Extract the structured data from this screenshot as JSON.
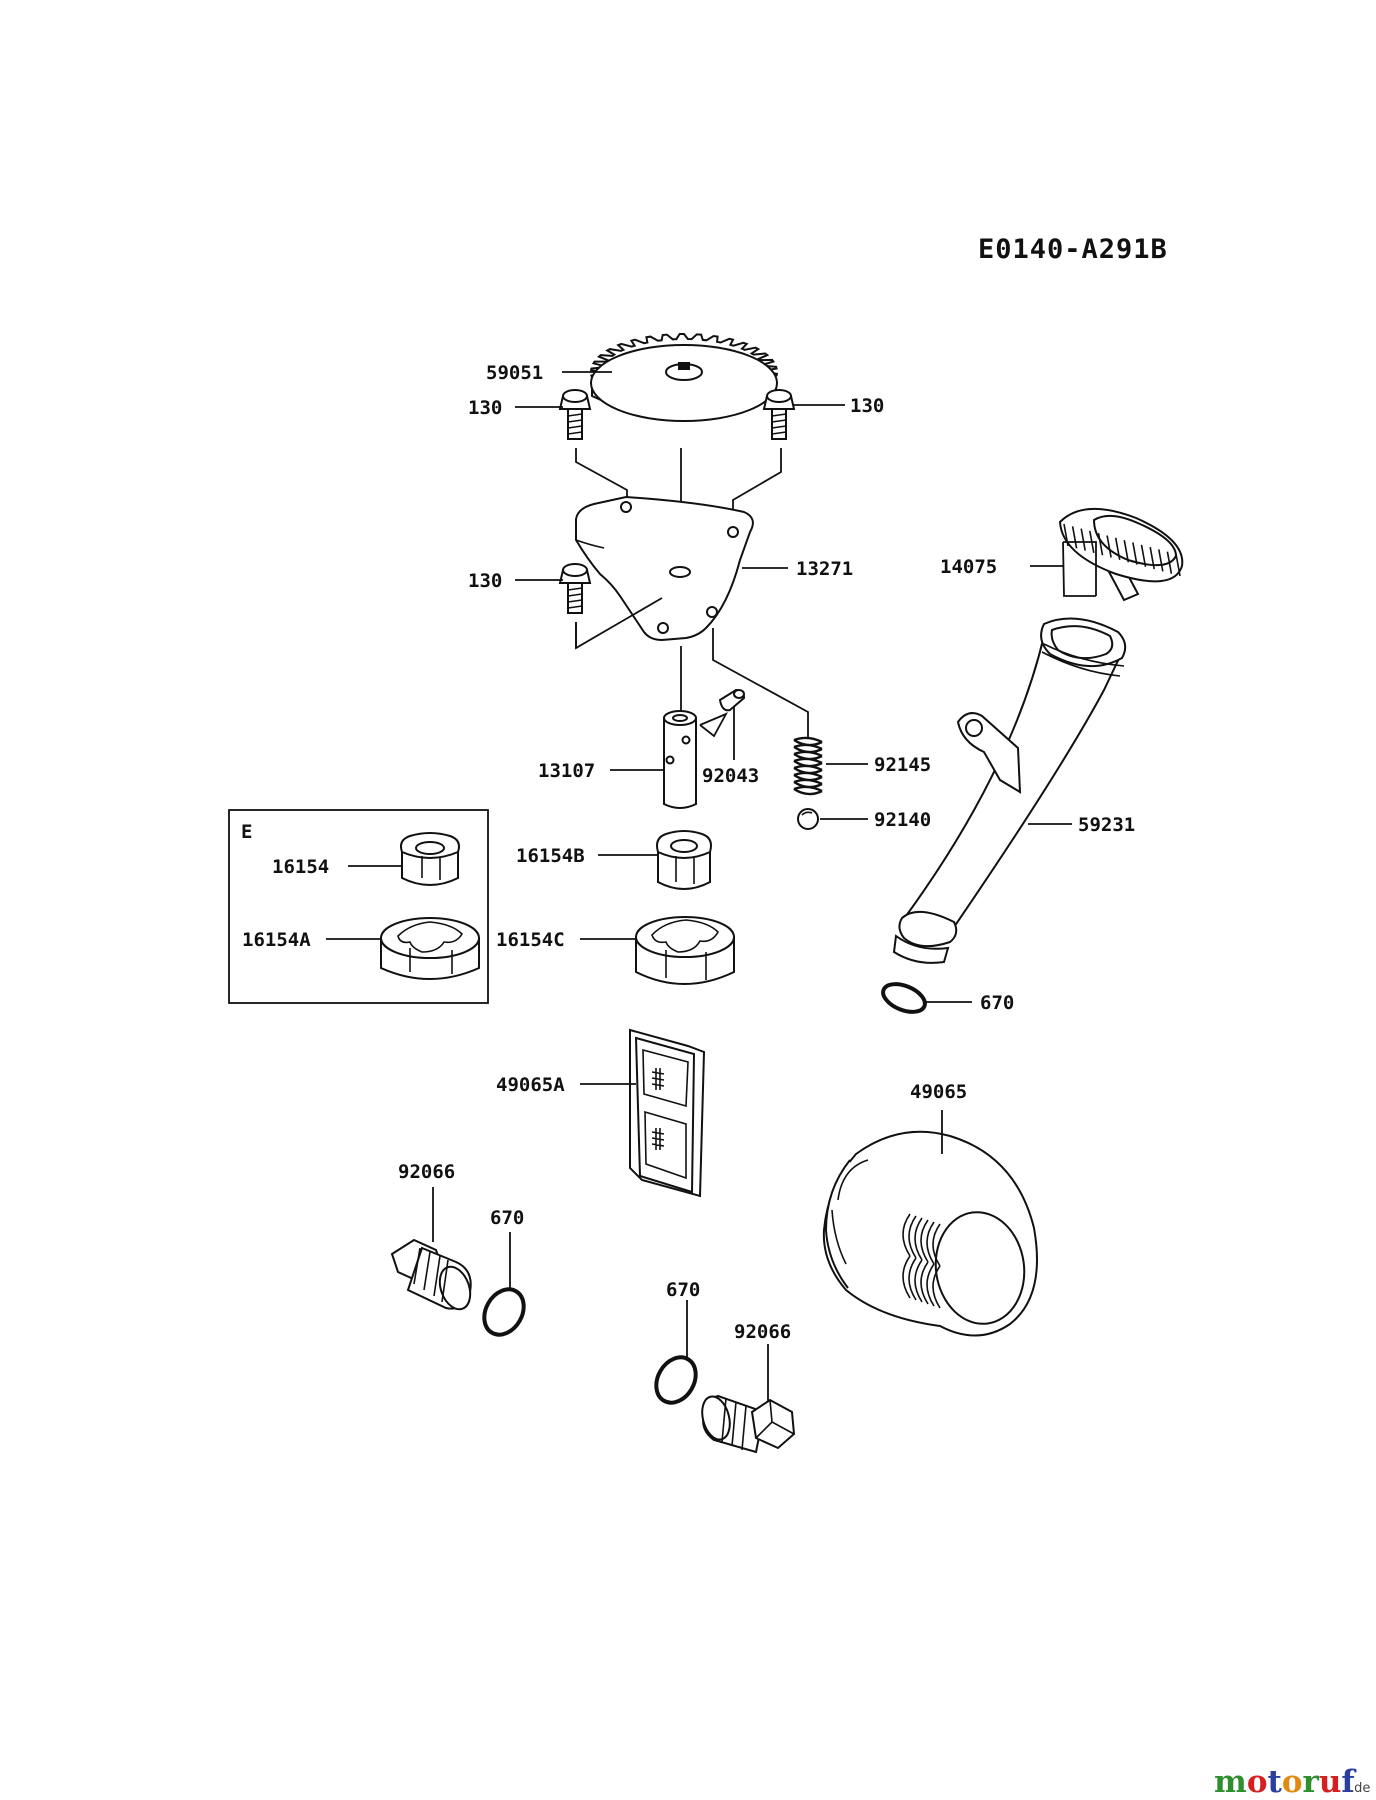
{
  "diagram_code": "E0140-A291B",
  "inset_label": "E",
  "part_numbers": {
    "p59051": "59051",
    "p130_left_top": "130",
    "p130_right_top": "130",
    "p130_left_mid": "130",
    "p13271": "13271",
    "p14075": "14075",
    "p13107": "13107",
    "p92043": "92043",
    "p92145": "92145",
    "p92140": "92140",
    "p59231": "59231",
    "p16154": "16154",
    "p16154A": "16154A",
    "p16154B": "16154B",
    "p16154C": "16154C",
    "p670_right": "670",
    "p49065A": "49065A",
    "p49065": "49065",
    "p92066_left": "92066",
    "p670_left": "670",
    "p670_center": "670",
    "p92066_center": "92066"
  },
  "watermark": {
    "main": "motoruf",
    "suffix": ".de"
  },
  "colors": {
    "line": "#111111",
    "background": "#ffffff"
  }
}
